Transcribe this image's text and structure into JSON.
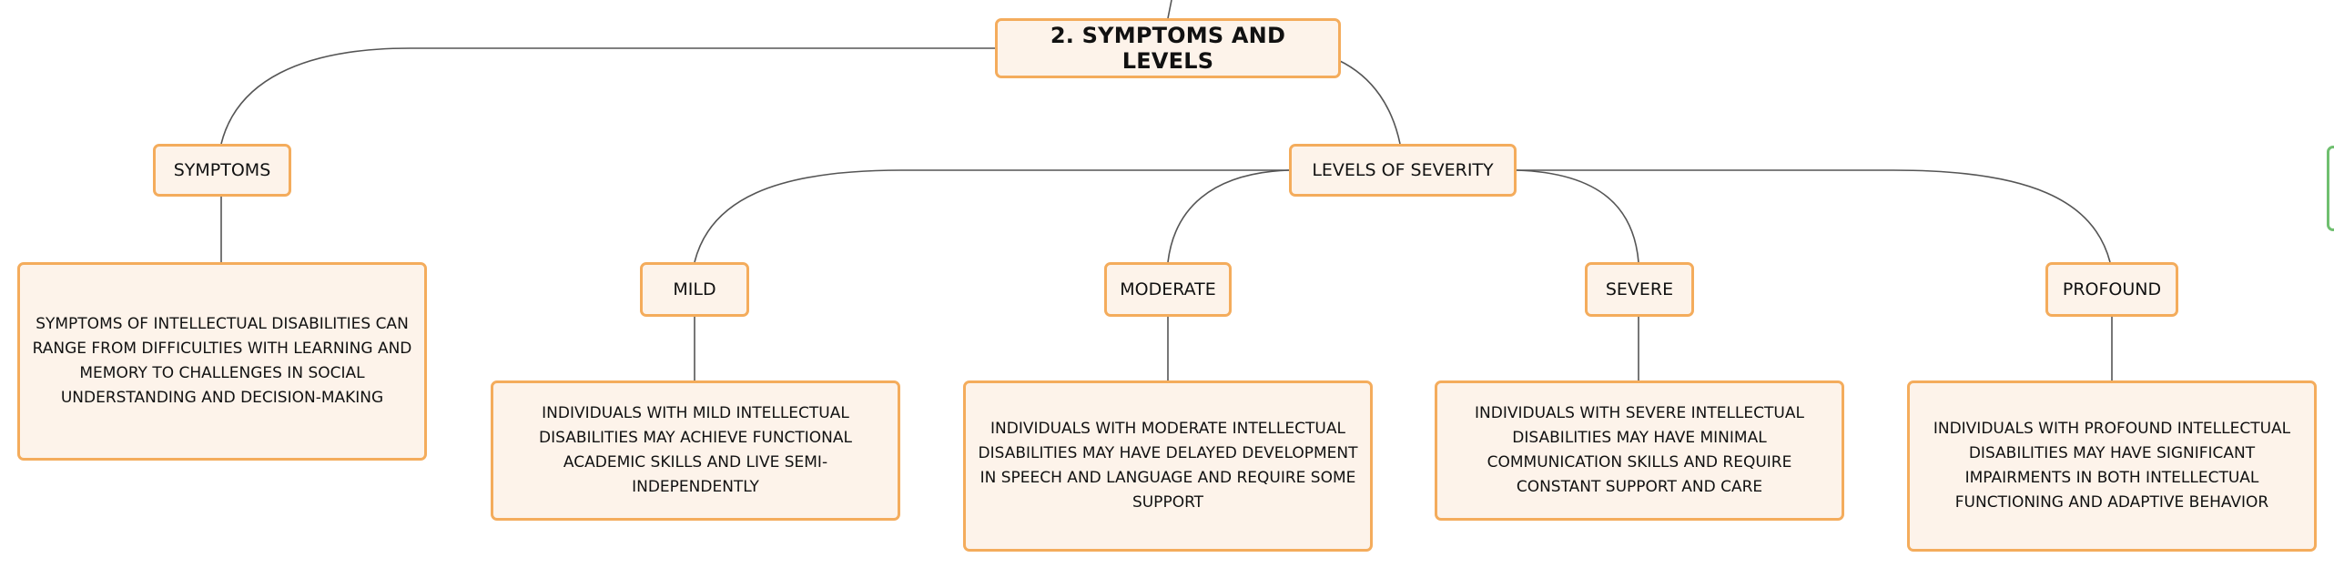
{
  "mindmap": {
    "root": {
      "label": "2. SYMPTOMS AND LEVELS"
    },
    "symptoms": {
      "label": "SYMPTOMS",
      "detail": "SYMPTOMS OF INTELLECTUAL DISABILITIES CAN RANGE FROM DIFFICULTIES WITH LEARNING AND MEMORY TO CHALLENGES IN SOCIAL UNDERSTANDING AND DECISION-MAKING"
    },
    "levels": {
      "label": "LEVELS OF SEVERITY",
      "items": [
        {
          "label": "MILD",
          "detail": "INDIVIDUALS WITH MILD INTELLECTUAL DISABILITIES MAY ACHIEVE FUNCTIONAL ACADEMIC SKILLS AND LIVE SEMI-INDEPENDENTLY"
        },
        {
          "label": "MODERATE",
          "detail": "INDIVIDUALS WITH MODERATE INTELLECTUAL DISABILITIES MAY HAVE DELAYED DEVELOPMENT IN SPEECH AND LANGUAGE AND REQUIRE SOME SUPPORT"
        },
        {
          "label": "SEVERE",
          "detail": "INDIVIDUALS WITH SEVERE INTELLECTUAL DISABILITIES MAY HAVE MINIMAL COMMUNICATION SKILLS AND REQUIRE CONSTANT SUPPORT AND CARE"
        },
        {
          "label": "PROFOUND",
          "detail": "INDIVIDUALS WITH PROFOUND INTELLECTUAL DISABILITIES MAY HAVE SIGNIFICANT IMPAIRMENTS IN BOTH INTELLECTUAL FUNCTIONING AND ADAPTIVE BEHAVIOR"
        }
      ]
    }
  },
  "colors": {
    "node_border": "#f4ac5c",
    "node_fill": "#fdf3ea",
    "connector": "#555555",
    "side_tab": "#6fbf6f"
  }
}
